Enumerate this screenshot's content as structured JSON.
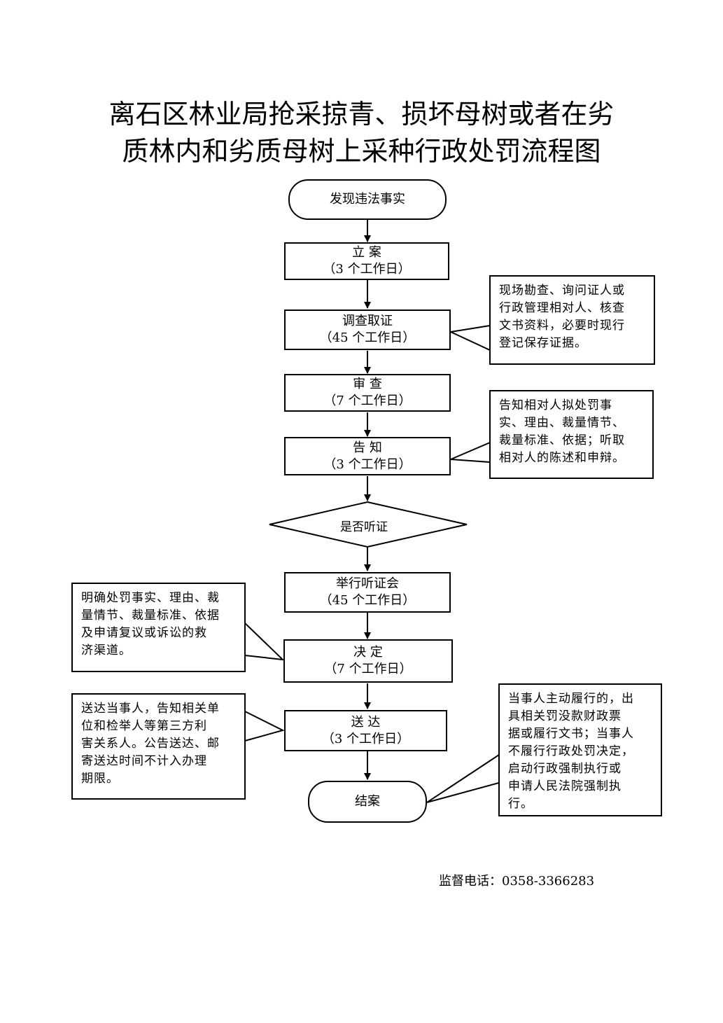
{
  "title": {
    "line1": "离石区林业局抢采掠青、损坏母树或者在劣",
    "line2": "质林内和劣质母树上采种行政处罚流程图"
  },
  "flow": {
    "start": "发现违法事实",
    "filing": {
      "name": "立  案",
      "days": "（3 个工作日）"
    },
    "investigation": {
      "name": "调查取证",
      "days": "（45 个工作日）"
    },
    "review": {
      "name": "审  查",
      "days": "（7 个工作日）"
    },
    "notice": {
      "name": "告  知",
      "days": "（3 个工作日）"
    },
    "hearing_decision": "是否听证",
    "hearing": {
      "name": "举行听证会",
      "days": "（45 个工作日）"
    },
    "decision": {
      "name": "决  定",
      "days": "（7 个工作日）"
    },
    "delivery": {
      "name": "送  达",
      "days": "（3 个工作日）"
    },
    "end": "结案"
  },
  "notes": {
    "investigation": [
      "现场勘查、询问证人或",
      "行政管理相对人、核查",
      "文书资料，必要时现行",
      "登记保存证据。"
    ],
    "notice": [
      "告知相对人拟处罚事",
      "实、理由、裁量情节、",
      "裁量标准、依据；听取",
      "相对人的陈述和申辩。"
    ],
    "decision": [
      "明确处罚事实、理由、裁",
      "量情节、裁量标准、依据",
      "及申请复议或诉讼的救",
      "济渠道。"
    ],
    "delivery": [
      "送达当事人，告知相关单",
      "位和检举人等第三方利",
      "害关系人。公告送达、邮",
      "寄送达时间不计入办理",
      "期限。"
    ],
    "end": [
      "当事人主动履行的，出",
      "具相关罚没款财政票",
      "据或履行文书；当事人",
      "不履行行政处罚决定，",
      "启动行政强制执行或",
      "申请人民法院强制执",
      "行。"
    ]
  },
  "footer": "监督电话：0358-3366283"
}
